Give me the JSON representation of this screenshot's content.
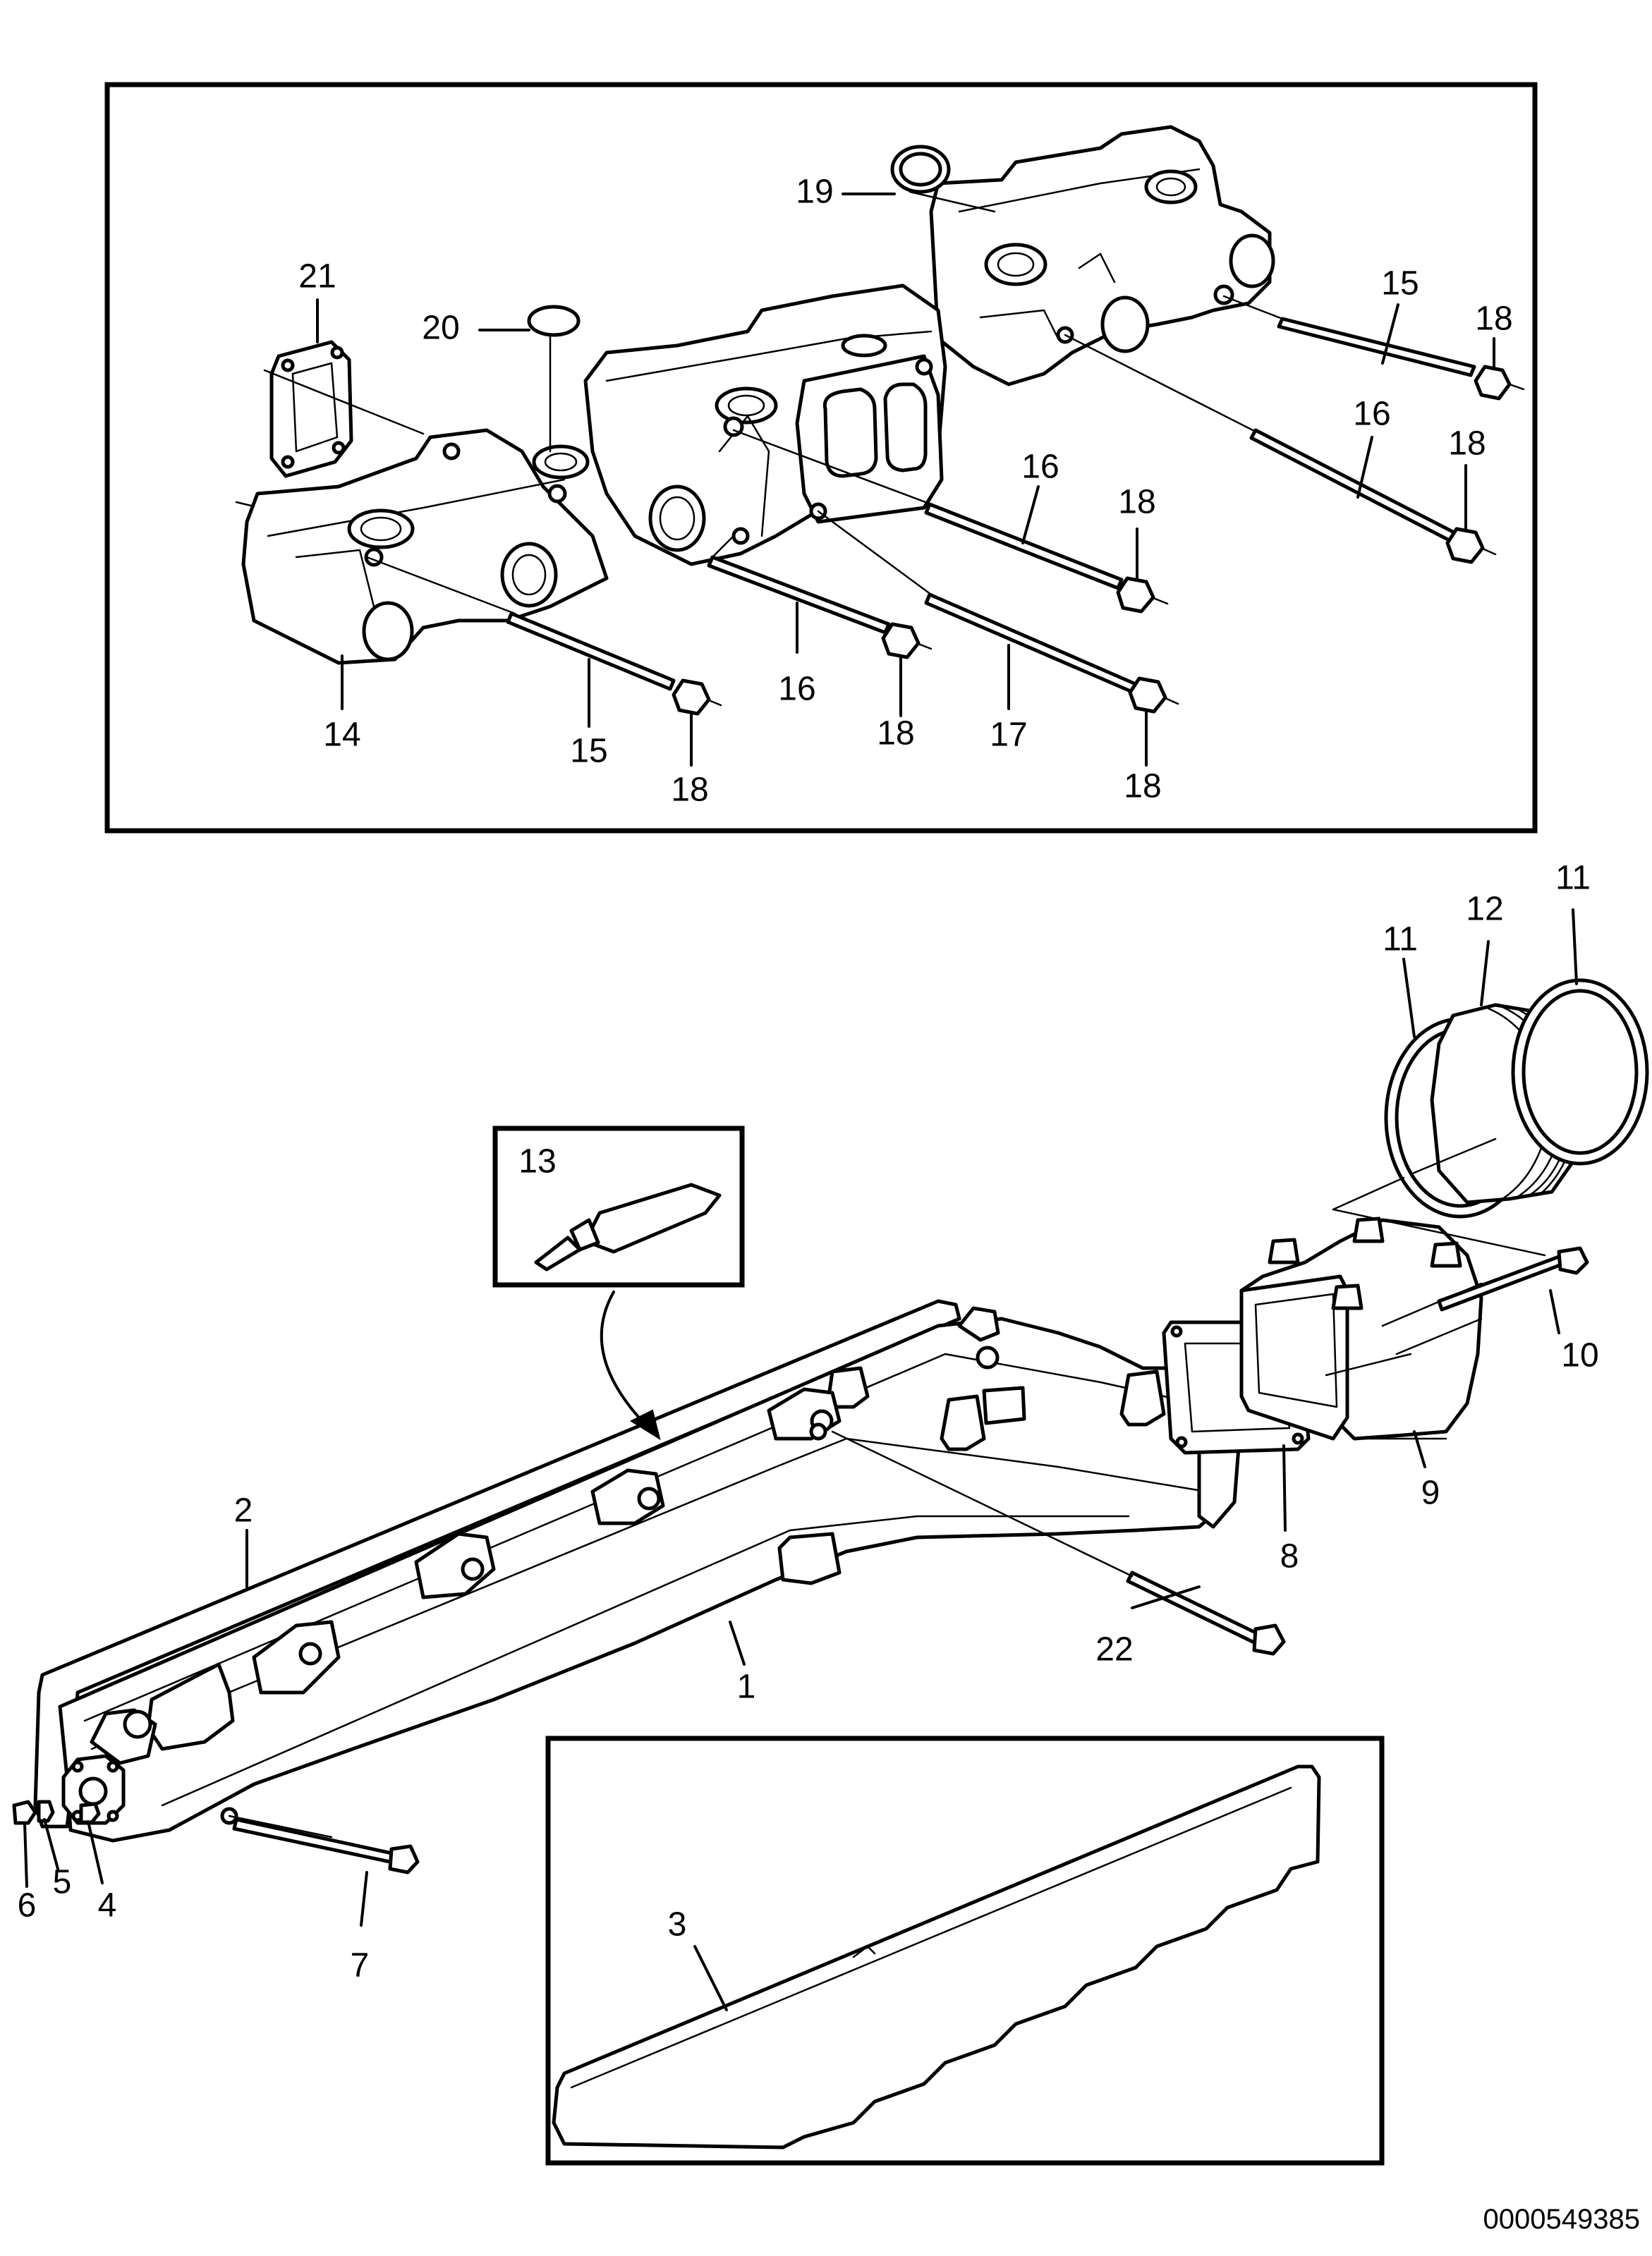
{
  "reference_number": "0000549385",
  "colors": {
    "line": "#000000",
    "background": "#ffffff"
  },
  "callouts": [
    {
      "id": "c21",
      "text": "21"
    },
    {
      "id": "c20",
      "text": "20"
    },
    {
      "id": "c19",
      "text": "19"
    },
    {
      "id": "c15a",
      "text": "15"
    },
    {
      "id": "c18a",
      "text": "18"
    },
    {
      "id": "c16a",
      "text": "16"
    },
    {
      "id": "c18b",
      "text": "18"
    },
    {
      "id": "c16b",
      "text": "16"
    },
    {
      "id": "c18c",
      "text": "18"
    },
    {
      "id": "c14",
      "text": "14"
    },
    {
      "id": "c15b",
      "text": "15"
    },
    {
      "id": "c18d",
      "text": "18"
    },
    {
      "id": "c16c",
      "text": "16"
    },
    {
      "id": "c18e",
      "text": "18"
    },
    {
      "id": "c17",
      "text": "17"
    },
    {
      "id": "c18f",
      "text": "18"
    },
    {
      "id": "c11a",
      "text": "11"
    },
    {
      "id": "c12",
      "text": "12"
    },
    {
      "id": "c11b",
      "text": "11"
    },
    {
      "id": "c13",
      "text": "13"
    },
    {
      "id": "c10",
      "text": "10"
    },
    {
      "id": "c9",
      "text": "9"
    },
    {
      "id": "c8",
      "text": "8"
    },
    {
      "id": "c2",
      "text": "2"
    },
    {
      "id": "c1",
      "text": "1"
    },
    {
      "id": "c22",
      "text": "22"
    },
    {
      "id": "c6",
      "text": "6"
    },
    {
      "id": "c5",
      "text": "5"
    },
    {
      "id": "c4",
      "text": "4"
    },
    {
      "id": "c7",
      "text": "7"
    },
    {
      "id": "c3",
      "text": "3"
    }
  ]
}
